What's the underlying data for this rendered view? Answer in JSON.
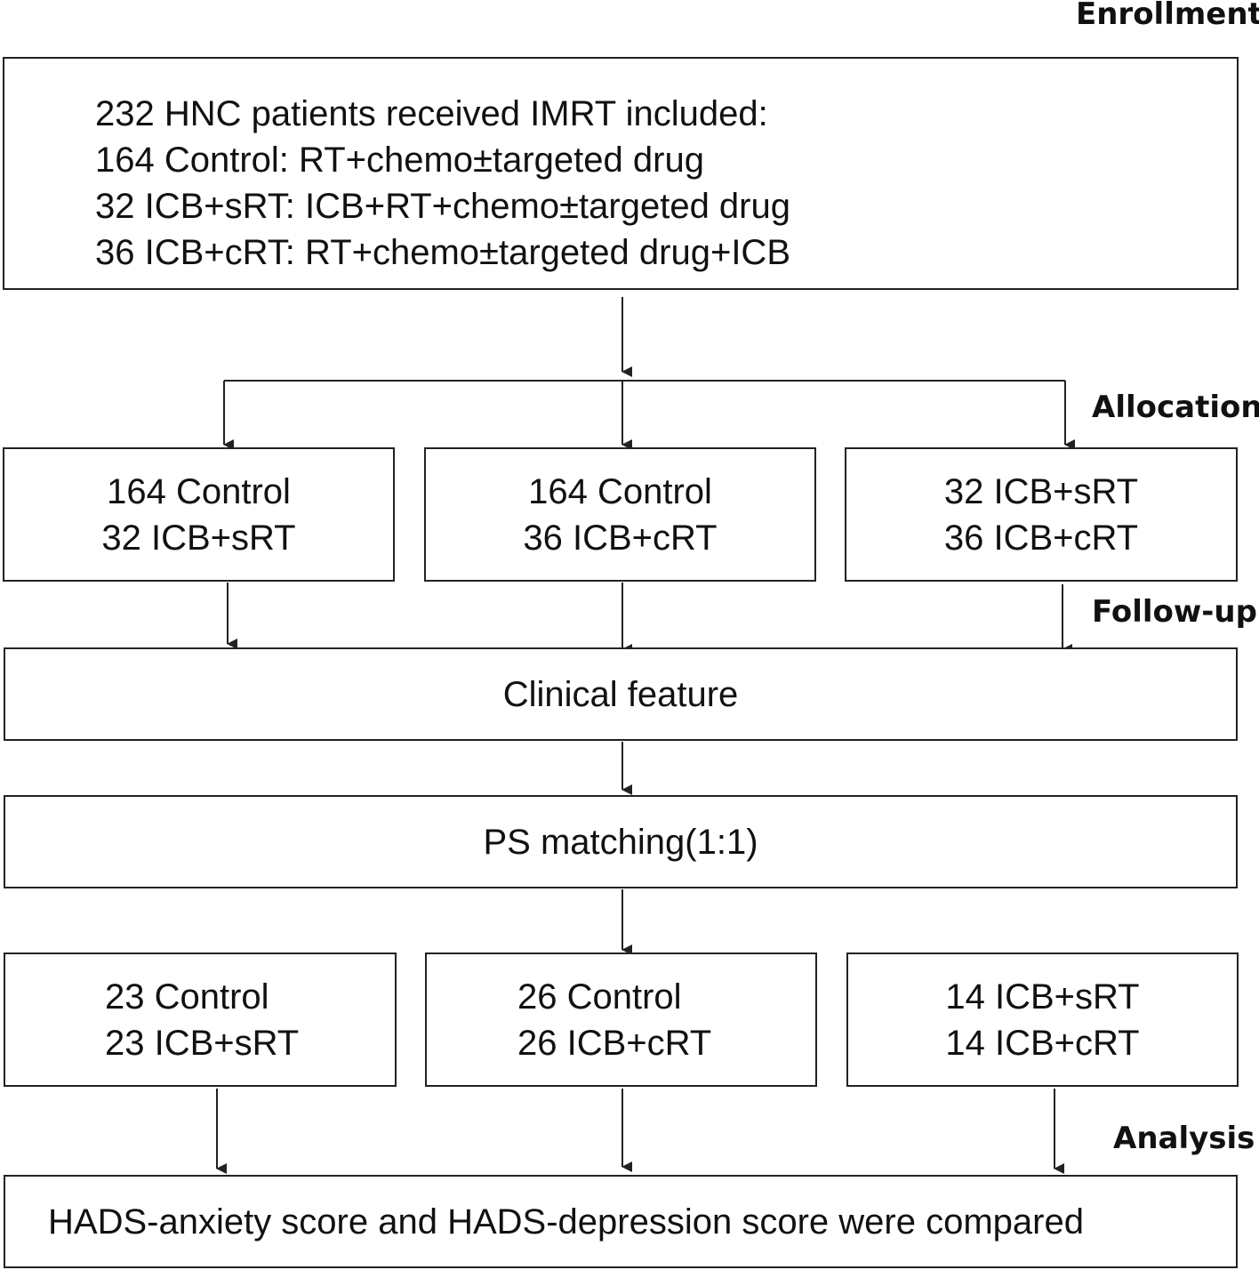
{
  "stages": {
    "enrollment": "Enrollment",
    "allocation": "Allocation",
    "follow_up": "Follow-up",
    "analysis": "Analysis"
  },
  "enrollment_box": {
    "lines": [
      "232 HNC patients received IMRT included:",
      "164 Control: RT+chemo±targeted drug",
      "32 ICB+sRT: ICB+RT+chemo±targeted drug",
      "36 ICB+cRT: RT+chemo±targeted drug+ICB"
    ]
  },
  "allocation_boxes": [
    {
      "line1": "164 Control",
      "line2": "32 ICB+sRT"
    },
    {
      "line1": "164 Control",
      "line2": "36 ICB+cRT"
    },
    {
      "line1": "32 ICB+sRT",
      "line2": "36 ICB+cRT"
    }
  ],
  "clinical_feature": "Clinical feature",
  "ps_matching": "PS matching(1:1)",
  "matched_boxes": [
    {
      "line1": "23 Control",
      "line2": "23 ICB+sRT"
    },
    {
      "line1": "26 Control",
      "line2": "26 ICB+cRT"
    },
    {
      "line1": "14 ICB+sRT",
      "line2": "14 ICB+cRT"
    }
  ],
  "analysis_box": "HADS-anxiety score and HADS-depression score were compared"
}
